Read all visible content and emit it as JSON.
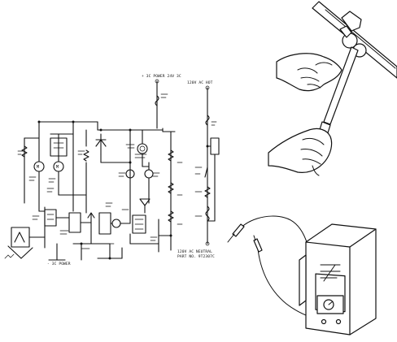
{
  "labels": {
    "top_left_supply": "+ 3C POWER 24V 3C",
    "top_right_supply": "120V AC HOT",
    "bottom_left_supply": "- 3C POWER",
    "bottom_right_line1": "120V AC NEUTRAL",
    "bottom_right_line2": "PART NO. 9T2307C"
  },
  "illustrations": {
    "top": "hand-wrench-on-pipe",
    "bottom": "multimeter-with-test-leads"
  }
}
